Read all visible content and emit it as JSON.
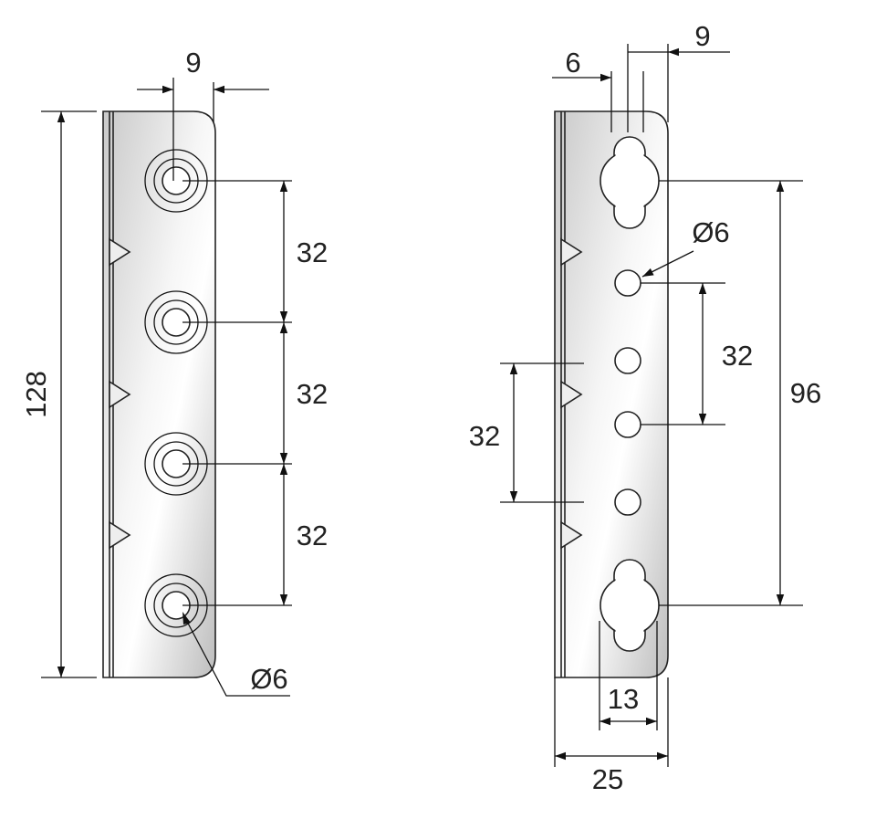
{
  "left_view": {
    "width_dim": "9",
    "pitch_dims": [
      "32",
      "32",
      "32"
    ],
    "length_dim": "128",
    "hole_diameter": "Ø6"
  },
  "right_view": {
    "offset_dim": "6",
    "width_dim": "9",
    "hole_diameter": "Ø6",
    "pitch_right": "32",
    "pitch_left": "32",
    "keyhole_spacing": "96",
    "keyhole_width": "13",
    "plate_width": "25"
  }
}
